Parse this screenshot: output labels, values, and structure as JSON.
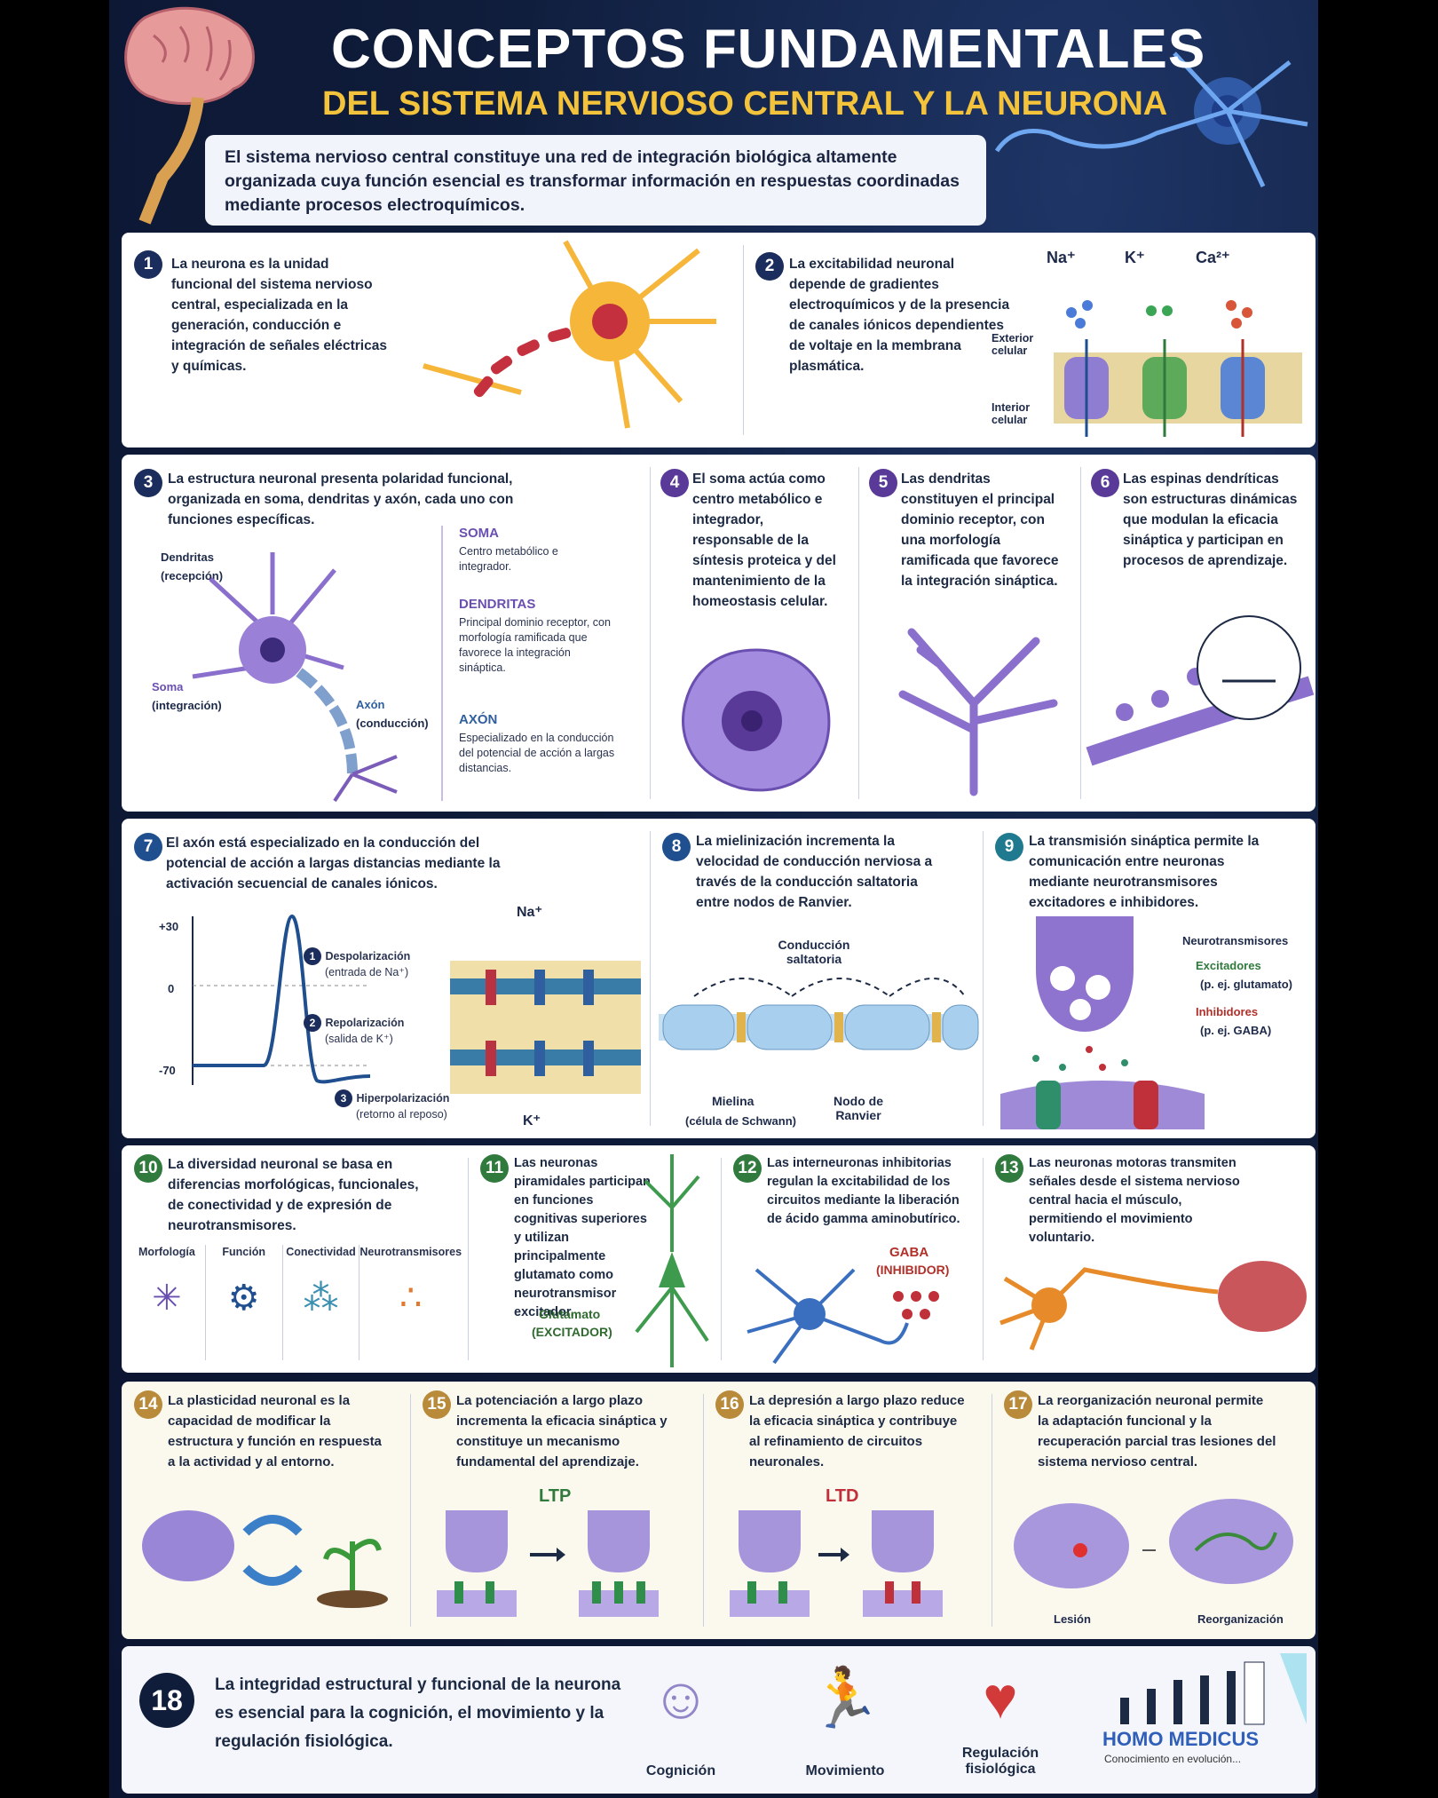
{
  "header": {
    "title": "CONCEPTOS FUNDAMENTALES",
    "subtitle": "DEL SISTEMA NERVIOSO CENTRAL Y LA NEURONA",
    "intro": "El sistema nervioso central constituye una red de integración biológica altamente organizada cuya función esencial es transformar información en respuestas coordinadas mediante procesos electroquímicos."
  },
  "items": [
    {
      "n": "1",
      "text": "La neurona es la unidad funcional del sistema nervioso central, especializada en la generación, conducción e integración de señales eléctricas y químicas."
    },
    {
      "n": "2",
      "text": "La excitabilidad neuronal depende de gradientes electroquímicos y de la presencia de canales iónicos dependientes de voltaje en la membrana plasmática."
    },
    {
      "n": "3",
      "text": "La estructura neuronal presenta polaridad funcional, organizada en soma, dendritas y axón, cada uno con funciones específicas."
    },
    {
      "n": "4",
      "text": "El soma actúa como centro metabólico e integrador, responsable de la síntesis proteica y del mantenimiento de la homeostasis celular."
    },
    {
      "n": "5",
      "text": "Las dendritas constituyen el principal dominio receptor, con una morfología ramificada que favorece la integración sináptica."
    },
    {
      "n": "6",
      "text": "Las espinas dendríticas son estructuras dinámicas que modulan la eficacia sináptica y participan en procesos de aprendizaje."
    },
    {
      "n": "7",
      "text": "El axón está especializado en la conducción del potencial de acción a largas distancias mediante la activación secuencial de canales iónicos."
    },
    {
      "n": "8",
      "text": "La mielinización incrementa la velocidad de conducción nerviosa a través de la conducción saltatoria entre nodos de Ranvier."
    },
    {
      "n": "9",
      "text": "La transmisión sináptica permite la comunicación entre neuronas mediante neurotransmisores excitadores e inhibidores."
    },
    {
      "n": "10",
      "text": "La diversidad neuronal se basa en diferencias morfológicas, funcionales, de conectividad y de expresión de neurotransmisores."
    },
    {
      "n": "11",
      "text": "Las neuronas piramidales participan en funciones cognitivas superiores y utilizan principalmente glutamato como neurotransmisor excitador."
    },
    {
      "n": "12",
      "text": "Las interneuronas inhibitorias regulan la excitabilidad de los circuitos mediante la liberación de ácido gamma aminobutírico."
    },
    {
      "n": "13",
      "text": "Las neuronas motoras transmiten señales desde el sistema nervioso central hacia el músculo, permitiendo el movimiento voluntario."
    },
    {
      "n": "14",
      "text": "La plasticidad neuronal es la capacidad de modificar la estructura y función en respuesta a la actividad y al entorno."
    },
    {
      "n": "15",
      "text": "La potenciación a largo plazo incrementa la eficacia sináptica y constituye un mecanismo fundamental del aprendizaje."
    },
    {
      "n": "16",
      "text": "La depresión a largo plazo reduce la eficacia sináptica y contribuye al refinamiento de circuitos neuronales."
    },
    {
      "n": "17",
      "text": "La reorganización neuronal permite la adaptación funcional y la recuperación parcial tras lesiones del sistema nervioso central."
    },
    {
      "n": "18",
      "text": "La integridad estructural y funcional de la neurona es esencial para la cognición, el movimiento y la regulación fisiológica."
    }
  ],
  "ions": {
    "na": "Na⁺",
    "k": "K⁺",
    "ca": "Ca²⁺",
    "exterior": "Exterior celular",
    "interior": "Interior celular"
  },
  "structure": {
    "dendritas_label": "Dendritas",
    "dendritas_sub": "(recepción)",
    "soma_label": "Soma",
    "soma_sub": "(integración)",
    "axon_label": "Axón",
    "axon_sub": "(conducción)",
    "legend": [
      {
        "title": "SOMA",
        "desc": "Centro metabólico e integrador."
      },
      {
        "title": "DENDRITAS",
        "desc": "Principal dominio receptor, con morfología ramificada que favorece la integración sináptica."
      },
      {
        "title": "AXÓN",
        "desc": "Especializado en la conducción del potencial de acción a largas distancias."
      }
    ]
  },
  "action_potential": {
    "yticks": [
      "+30",
      "0",
      "-70"
    ],
    "phases": [
      {
        "n": "1",
        "name": "Despolarización",
        "detail": "(entrada de Na⁺)"
      },
      {
        "n": "2",
        "name": "Repolarización",
        "detail": "(salida de K⁺)"
      },
      {
        "n": "3",
        "name": "Hiperpolarización",
        "detail": "(retorno al reposo)"
      }
    ],
    "na": "Na⁺",
    "k": "K⁺"
  },
  "myelin": {
    "conduction": "Conducción saltatoria",
    "mielina": "Mielina",
    "mielina_sub": "(célula de Schwann)",
    "nodo": "Nodo de Ranvier"
  },
  "synapse": {
    "title": "Neurotransmisores",
    "excit": "Excitadores",
    "excit_ex": "(p. ej. glutamato)",
    "inhib": "Inhibidores",
    "inhib_ex": "(p. ej. GABA)"
  },
  "diversity": [
    "Morfología",
    "Función",
    "Conectividad",
    "Neurotransmisores"
  ],
  "glutamato": {
    "name": "Glutamato",
    "type": "(EXCITADOR)"
  },
  "gaba": {
    "name": "GABA",
    "type": "(INHIBIDOR)"
  },
  "ltp": "LTP",
  "ltd": "LTD",
  "reorg": {
    "lesion": "Lesión",
    "reorg": "Reorganización"
  },
  "footer": {
    "cognicion": "Cognición",
    "movimiento": "Movimiento",
    "regulacion": "Regulación fisiológica"
  },
  "brand": {
    "name": "HOMO MEDICUS",
    "tagline": "Conocimiento en evolución..."
  },
  "colors": {
    "navy": "#0f1c3a",
    "gold": "#f3c33c",
    "purple": "#7b5cb8",
    "blue": "#1f4f8f",
    "green": "#2f7a3c",
    "tan": "#b88a3a"
  }
}
